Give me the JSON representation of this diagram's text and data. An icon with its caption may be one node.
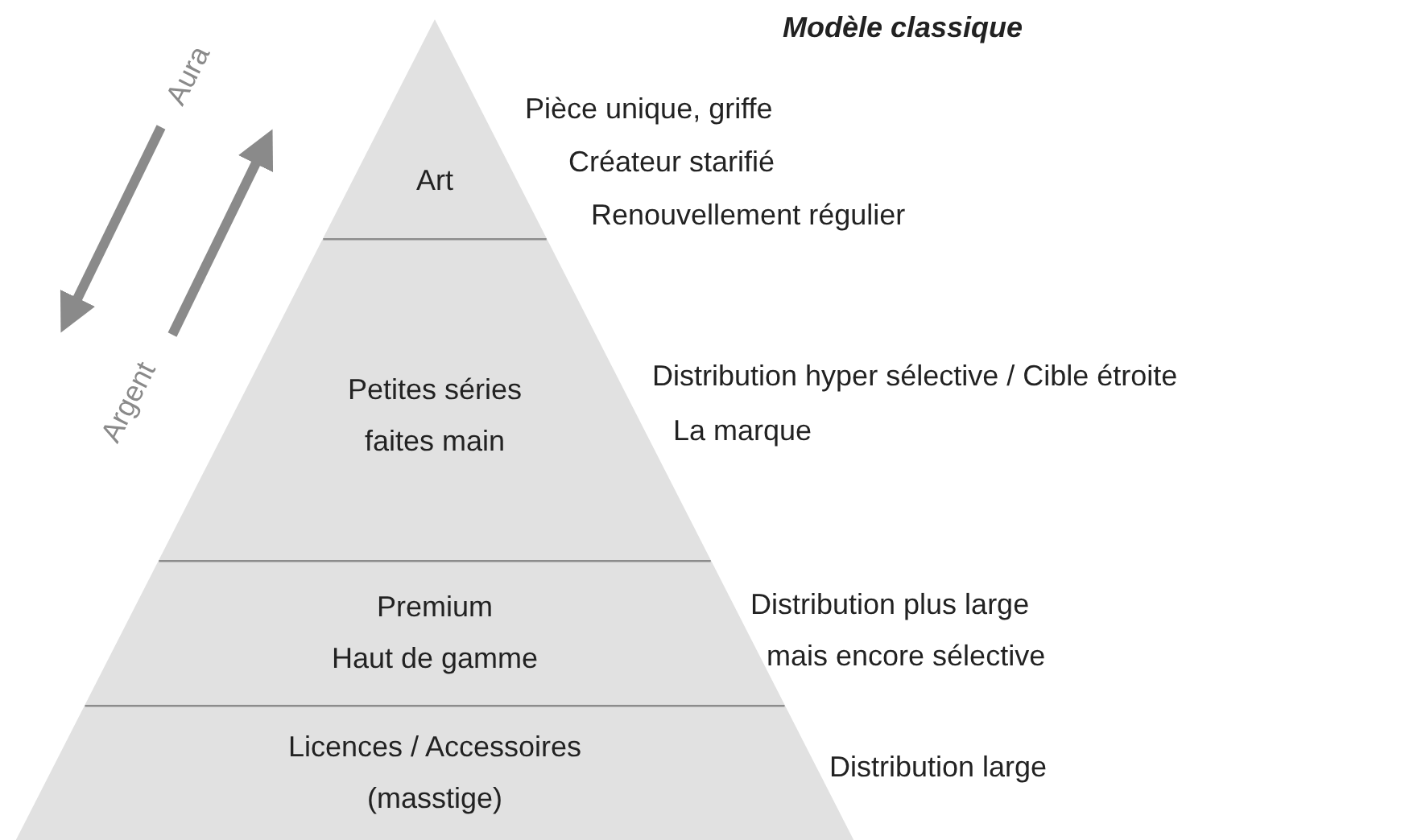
{
  "diagram": {
    "title": "Modèle classique",
    "nodes": [
      {
        "text": [
          "Art"
        ]
      },
      {
        "text": [
          "Petites séries",
          "faites main"
        ]
      },
      {
        "text": [
          "Premium",
          "Haut de gamme"
        ]
      },
      {
        "text": [
          "Licences / Accessoires",
          "(masstige)"
        ]
      }
    ],
    "labels": [
      "Aura",
      "Pièce unique, griffe",
      "Créateur starifié",
      "Renouvellement régulier",
      "Distribution hyper sélective / Cible étroite",
      "Argent",
      "La marque",
      "Distribution plus large",
      "mais encore sélective",
      "Distribution large"
    ]
  }
}
